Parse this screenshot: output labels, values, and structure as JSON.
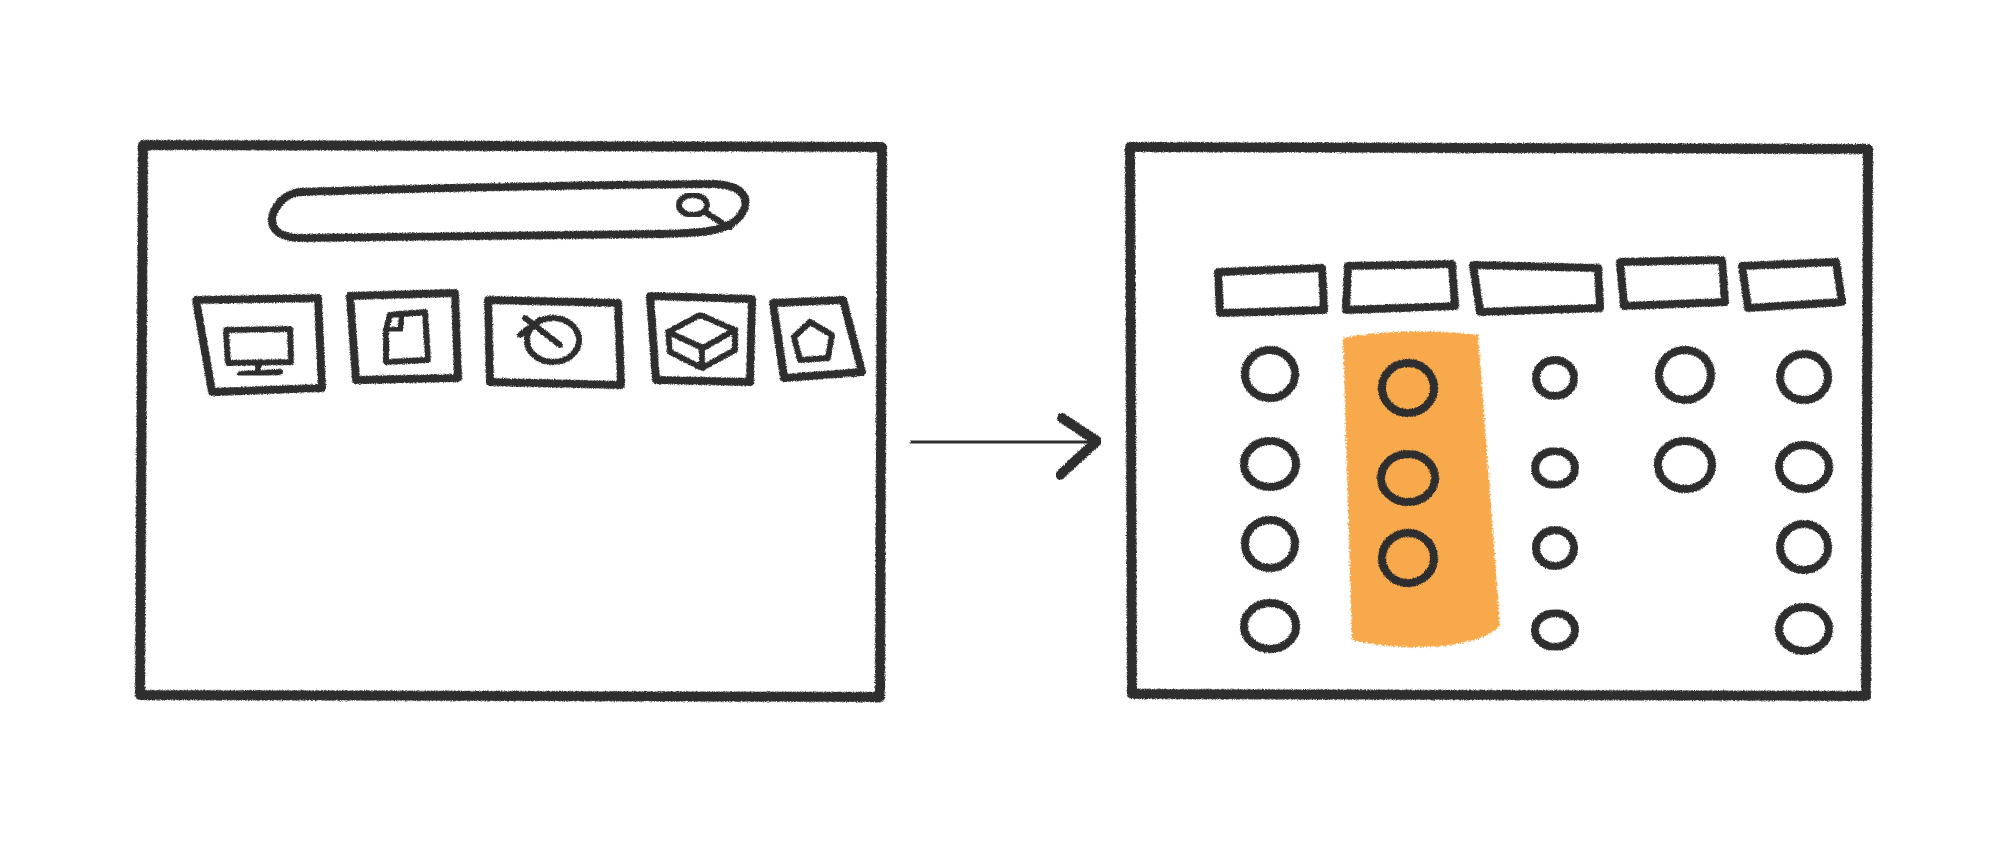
{
  "diagram": {
    "kind": "before-after-sketch",
    "highlight_color": "#f7a23e",
    "stroke_color": "#2e2e2e",
    "left_panel": {
      "search_bar": {
        "icon": "magnifier-icon"
      },
      "category_tiles": [
        {
          "icon": "monitor-icon"
        },
        {
          "icon": "document-icon"
        },
        {
          "icon": "paint-icon"
        },
        {
          "icon": "box-icon"
        },
        {
          "icon": "pentagon-icon"
        }
      ]
    },
    "arrow": {
      "direction": "right"
    },
    "right_panel": {
      "columns": [
        {
          "header": "",
          "item_count": 4,
          "highlighted": false
        },
        {
          "header": "",
          "item_count": 3,
          "highlighted": true
        },
        {
          "header": "",
          "item_count": 4,
          "highlighted": false
        },
        {
          "header": "",
          "item_count": 2,
          "highlighted": false
        },
        {
          "header": "",
          "item_count": 4,
          "highlighted": false
        }
      ]
    }
  }
}
